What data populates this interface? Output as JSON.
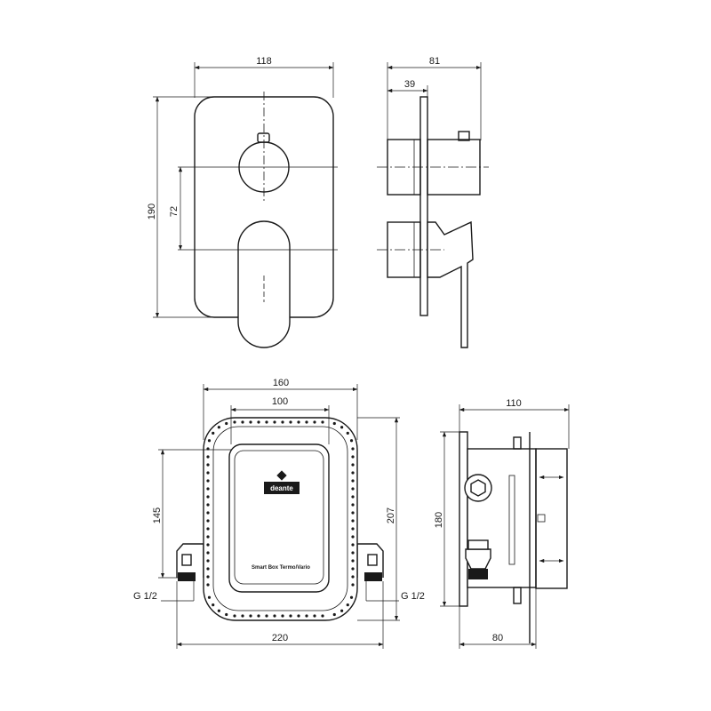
{
  "top_front": {
    "width": "118",
    "height": "190",
    "spacing": "72"
  },
  "top_side": {
    "depth": "81",
    "plate": "39"
  },
  "bottom_front": {
    "outer_width": "160",
    "inner_width": "100",
    "height_left": "145",
    "height_right": "207",
    "total_width": "220",
    "thread_left": "G 1/2",
    "thread_right": "G 1/2",
    "brand": "deante",
    "box_label": "Smart Box Termo/Vario"
  },
  "bottom_side": {
    "depth": "110",
    "height": "180",
    "bottom_depth": "80"
  }
}
